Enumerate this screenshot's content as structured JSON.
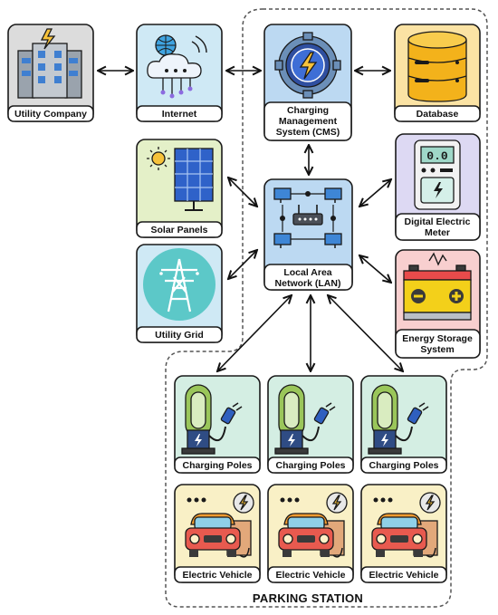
{
  "nodes": {
    "utility_company": "Utility Company",
    "internet": "Internet",
    "cms": [
      "Charging",
      "Management",
      "System (CMS)"
    ],
    "database": "Database",
    "solar_panels": "Solar Panels",
    "lan": [
      "Local Area",
      "Network (LAN)"
    ],
    "digital_meter": [
      "Digital Electric",
      "Meter"
    ],
    "utility_grid": "Utility Grid",
    "energy_storage": [
      "Energy Storage",
      "System"
    ],
    "charging_poles": [
      "Charging Poles",
      "Charging Poles",
      "Charging Poles"
    ],
    "electric_vehicles": [
      "Electric Vehicle",
      "Electric Vehicle",
      "Electric Vehicle"
    ]
  },
  "meter_display": "0.0",
  "region_label": "PARKING STATION",
  "colors": {
    "gray": "#dcdcdc",
    "cyan": "#cfe9f5",
    "blue": "#bcd9f2",
    "yellow": "#fbe3a4",
    "green": "#e4f0c8",
    "lavender": "#ddd9f3",
    "pink": "#f8cfcf",
    "mint": "#d4eee3",
    "cream": "#f9f0c6"
  }
}
